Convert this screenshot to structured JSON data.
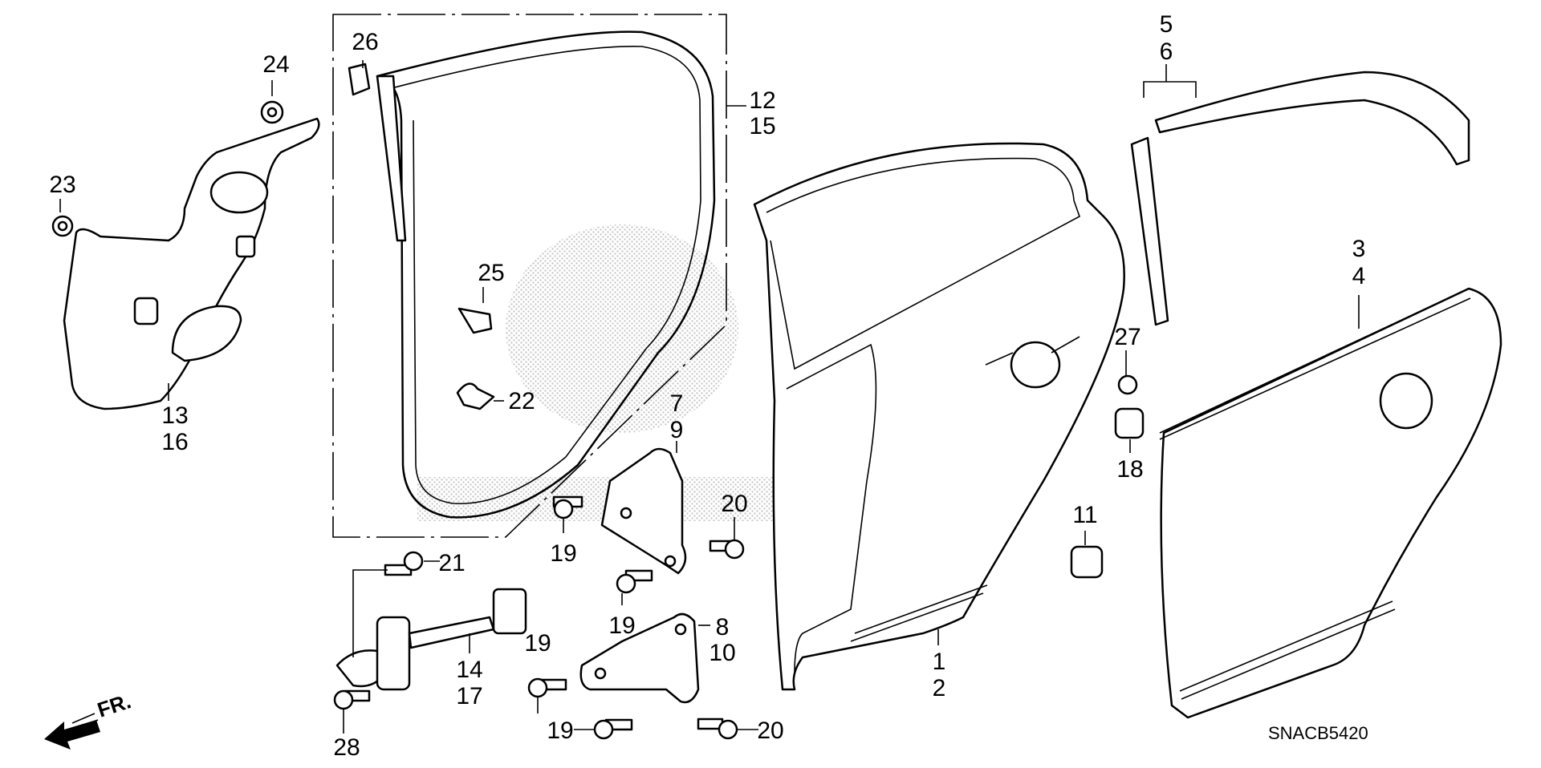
{
  "diagram": {
    "callouts": {
      "c1": "1",
      "c2": "2",
      "c3": "3",
      "c4": "4",
      "c5": "5",
      "c6": "6",
      "c7": "7",
      "c8": "8",
      "c9": "9",
      "c10": "10",
      "c11": "11",
      "c12": "12",
      "c13": "13",
      "c14": "14",
      "c15": "15",
      "c16": "16",
      "c17": "17",
      "c18": "18",
      "c19a": "19",
      "c19b": "19",
      "c19c": "19",
      "c19d": "19",
      "c20a": "20",
      "c20b": "20",
      "c21": "21",
      "c22": "22",
      "c23": "23",
      "c24": "24",
      "c25": "25",
      "c26": "26",
      "c27": "27",
      "c28": "28"
    },
    "front_indicator": "FR.",
    "diagram_code": "SNACB5420"
  }
}
